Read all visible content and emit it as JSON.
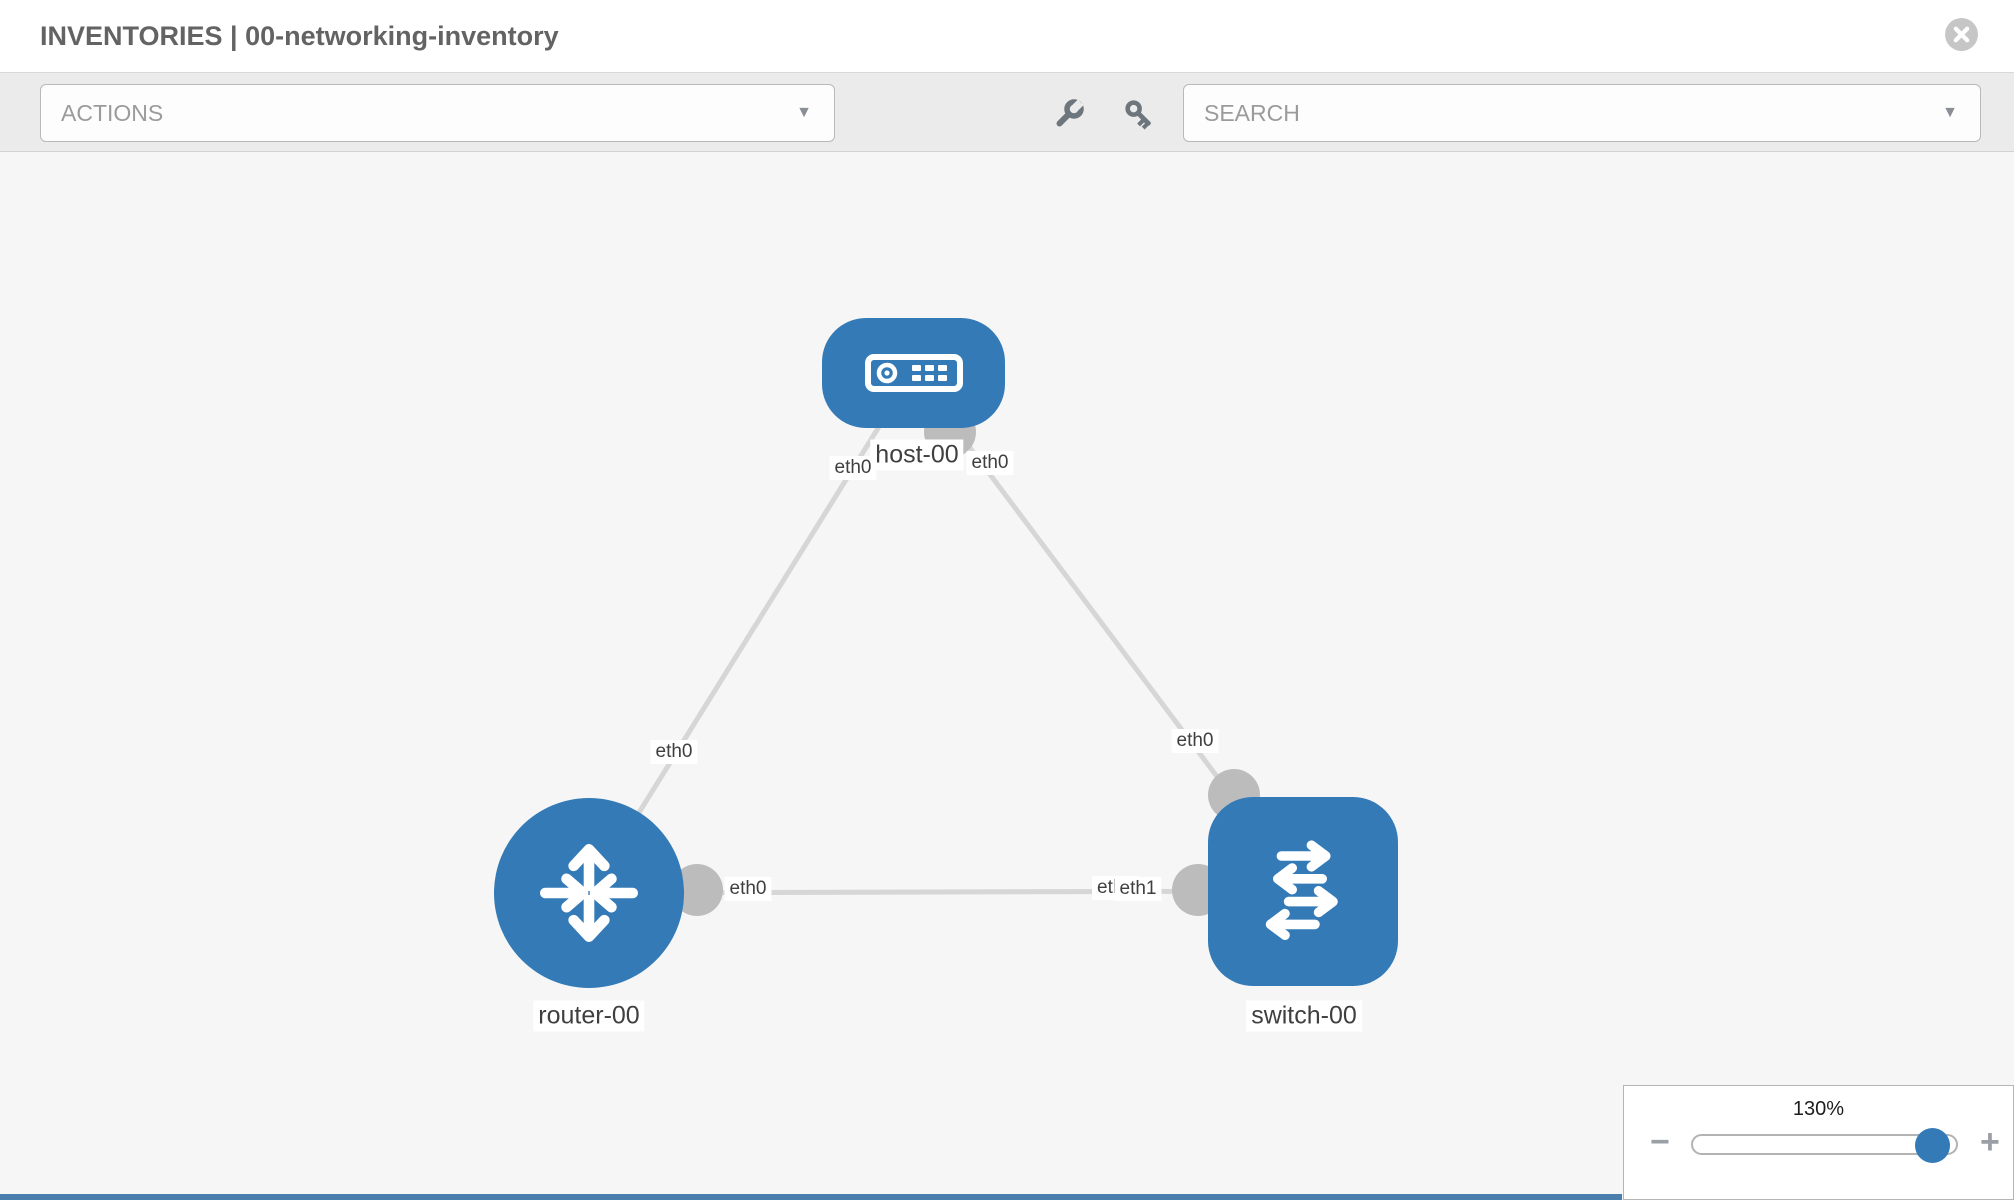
{
  "header": {
    "title": "INVENTORIES | 00-networking-inventory"
  },
  "toolbar": {
    "actions_label": "ACTIONS",
    "search_placeholder": "SEARCH",
    "caret": "▼",
    "icons": [
      "wrench",
      "key"
    ]
  },
  "diagram": {
    "nodes": [
      {
        "id": "host-00",
        "label": "host-00",
        "type": "host",
        "shape": "rounded-rect"
      },
      {
        "id": "router-00",
        "label": "router-00",
        "type": "router",
        "shape": "circle"
      },
      {
        "id": "switch-00",
        "label": "switch-00",
        "type": "switch",
        "shape": "rounded-square"
      }
    ],
    "links": [
      {
        "from": "host-00",
        "to": "router-00",
        "from_interface": "eth0",
        "to_interface": "eth0"
      },
      {
        "from": "host-00",
        "to": "switch-00",
        "from_interface": "eth0",
        "to_interface": "eth0"
      },
      {
        "from": "router-00",
        "to": "switch-00",
        "from_interface": "eth0",
        "to_interface": "eth1"
      }
    ],
    "iface": {
      "host_router_host_end": "eth0",
      "host_switch_host_end": "eth0",
      "host_router_router_end": "eth0",
      "host_switch_switch_end": "eth0",
      "router_switch_router_end": "eth0",
      "router_switch_switch_end_back": "eth1",
      "router_switch_switch_end_front": "eth1"
    }
  },
  "zoom_control": {
    "level": "130%",
    "minus": "−",
    "plus": "+"
  },
  "colors": {
    "node_blue": "#337ab7",
    "link_gray": "#d6d6d6",
    "connector_gray": "#bcbcbc",
    "canvas_bg": "#f6f6f6",
    "toolbar_bg": "#ebebeb"
  }
}
